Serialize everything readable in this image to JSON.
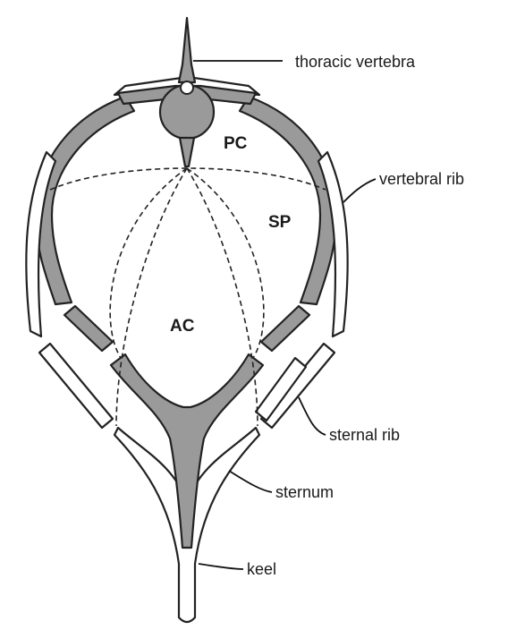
{
  "labels": {
    "thoracic_vertebra": "thoracic vertebra",
    "vertebral_rib": "vertebral rib",
    "sternal_rib": "sternal rib",
    "sternum": "sternum",
    "keel": "keel"
  },
  "regions": {
    "pc": "PC",
    "sp": "SP",
    "ac": "AC"
  },
  "colors": {
    "bone": "#9a9a9a",
    "outline": "#222222",
    "background": "#ffffff"
  }
}
